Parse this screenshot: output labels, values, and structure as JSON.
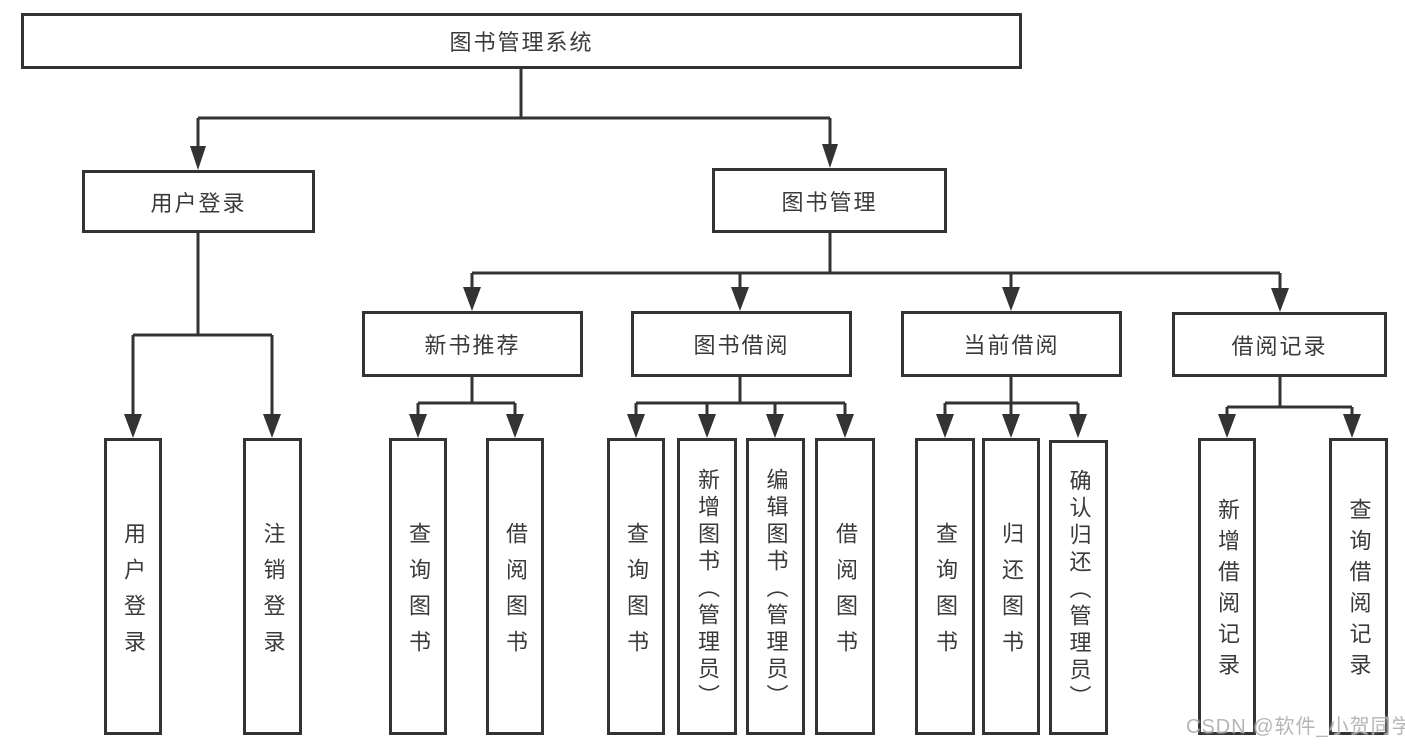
{
  "tree": {
    "root": {
      "label": "图书管理系统"
    },
    "level1": [
      {
        "label": "用户登录"
      },
      {
        "label": "图书管理"
      }
    ],
    "level2": [
      {
        "label": "新书推荐"
      },
      {
        "label": "图书借阅"
      },
      {
        "label": "当前借阅"
      },
      {
        "label": "借阅记录"
      }
    ],
    "leaves": [
      {
        "label": "用户登录"
      },
      {
        "label": "注销登录"
      },
      {
        "label": "查询图书"
      },
      {
        "label": "借阅图书"
      },
      {
        "label": "查询图书"
      },
      {
        "label": "新增图书（管理员）"
      },
      {
        "label": "编辑图书（管理员）"
      },
      {
        "label": "借阅图书"
      },
      {
        "label": "查询图书"
      },
      {
        "label": "归还图书"
      },
      {
        "label": "确认归还（管理员）"
      },
      {
        "label": "新增借阅记录"
      },
      {
        "label": "查询借阅记录"
      }
    ]
  },
  "watermark": {
    "text": "CSDN @软件_小贺同学"
  },
  "colors": {
    "line": "#333333",
    "background": "#ffffff",
    "watermark": "#b0b0b0"
  }
}
